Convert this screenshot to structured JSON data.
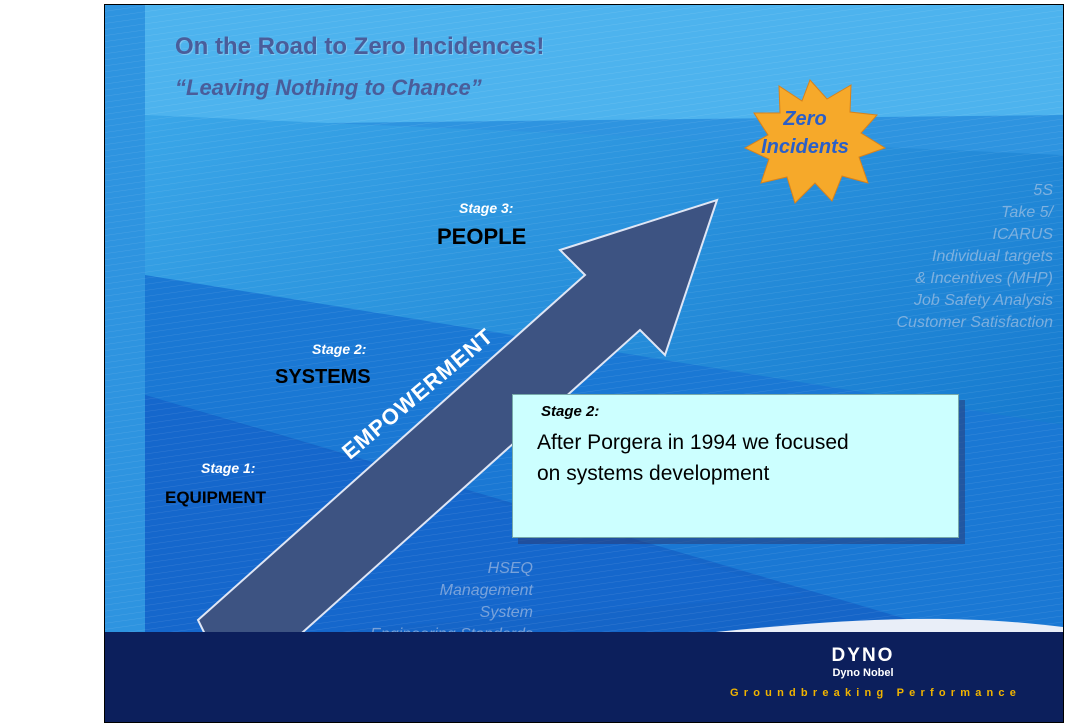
{
  "slide": {
    "title": "On the Road to Zero Incidences!",
    "subtitle": "“Leaving Nothing to Chance”"
  },
  "goal": {
    "line1": "Zero",
    "line2": "Incidents"
  },
  "stages": [
    {
      "tag": "Stage 1:",
      "name": "EQUIPMENT"
    },
    {
      "tag": "Stage 2:",
      "name": "SYSTEMS"
    },
    {
      "tag": "Stage 3:",
      "name": "PEOPLE"
    }
  ],
  "arrow_label": "EMPOWERMENT",
  "people_items": [
    "5S",
    "Take 5/",
    "ICARUS",
    "Individual targets",
    "& Incentives (MHP)",
    "Job Safety Analysis",
    "Customer Satisfaction"
  ],
  "equipment_items": [
    "HSEQ",
    "Management",
    "System",
    "Engineering Standards"
  ],
  "callout": {
    "tag": "Stage 2:",
    "body": "After Porgera in 1994 we focused on systems development"
  },
  "footer": {
    "logo": "DYNO",
    "company": "Dyno Nobel",
    "tagline": "Groundbreaking Performance"
  },
  "colors": {
    "footer_bg": "#0c1f5c",
    "tagline": "#f0b400",
    "title": "#4a5d9a",
    "callout_bg": "#ccffff",
    "star": "#f6a92a",
    "arrow": "#3a4f7f"
  }
}
